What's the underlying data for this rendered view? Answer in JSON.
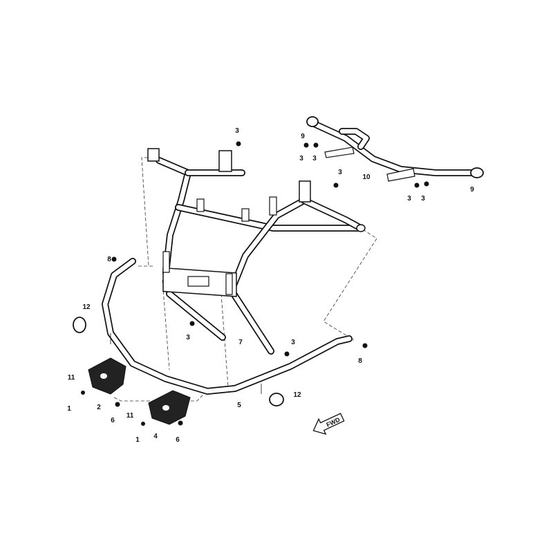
{
  "diagram": {
    "callouts": [
      "3",
      "9",
      "3",
      "3",
      "10",
      "3",
      "3",
      "3",
      "9",
      "8",
      "12",
      "3",
      "7",
      "3",
      "8",
      "11",
      "1",
      "2",
      "6",
      "5",
      "12",
      "11",
      "1",
      "4",
      "6"
    ],
    "fwd_label": "FWD"
  }
}
